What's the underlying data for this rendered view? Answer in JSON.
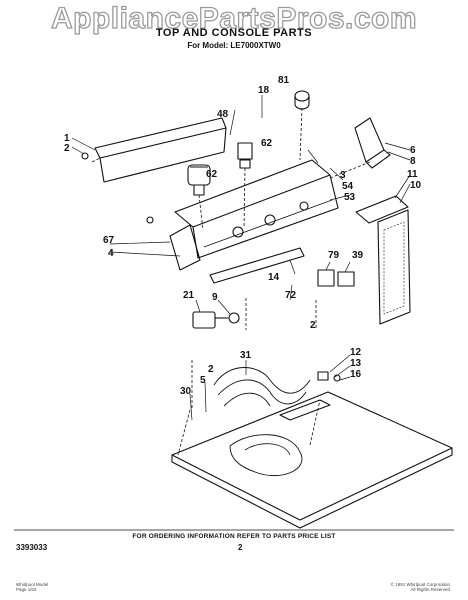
{
  "watermark": "AppliancePartsPros.com",
  "header": {
    "title": "TOP AND CONSOLE PARTS",
    "subtitle": "For Model: LE7000XTW0"
  },
  "callouts": [
    "81",
    "18",
    "48",
    "1",
    "2",
    "62",
    "62",
    "6",
    "8",
    "3",
    "54",
    "11",
    "10",
    "53",
    "67",
    "4",
    "79",
    "39",
    "14",
    "72",
    "2",
    "21",
    "9",
    "2",
    "31",
    "12",
    "13",
    "16",
    "5",
    "30"
  ],
  "footer": {
    "note": "FOR ORDERING INFORMATION REFER TO PARTS PRICE LIST",
    "doc_number": "3393033",
    "page_number": "2",
    "tiny_left": "Whirlpool Model\nPage 1/02",
    "tiny_right": "© 1991 Whirlpool Corporation\nAll Rights Reserved"
  }
}
